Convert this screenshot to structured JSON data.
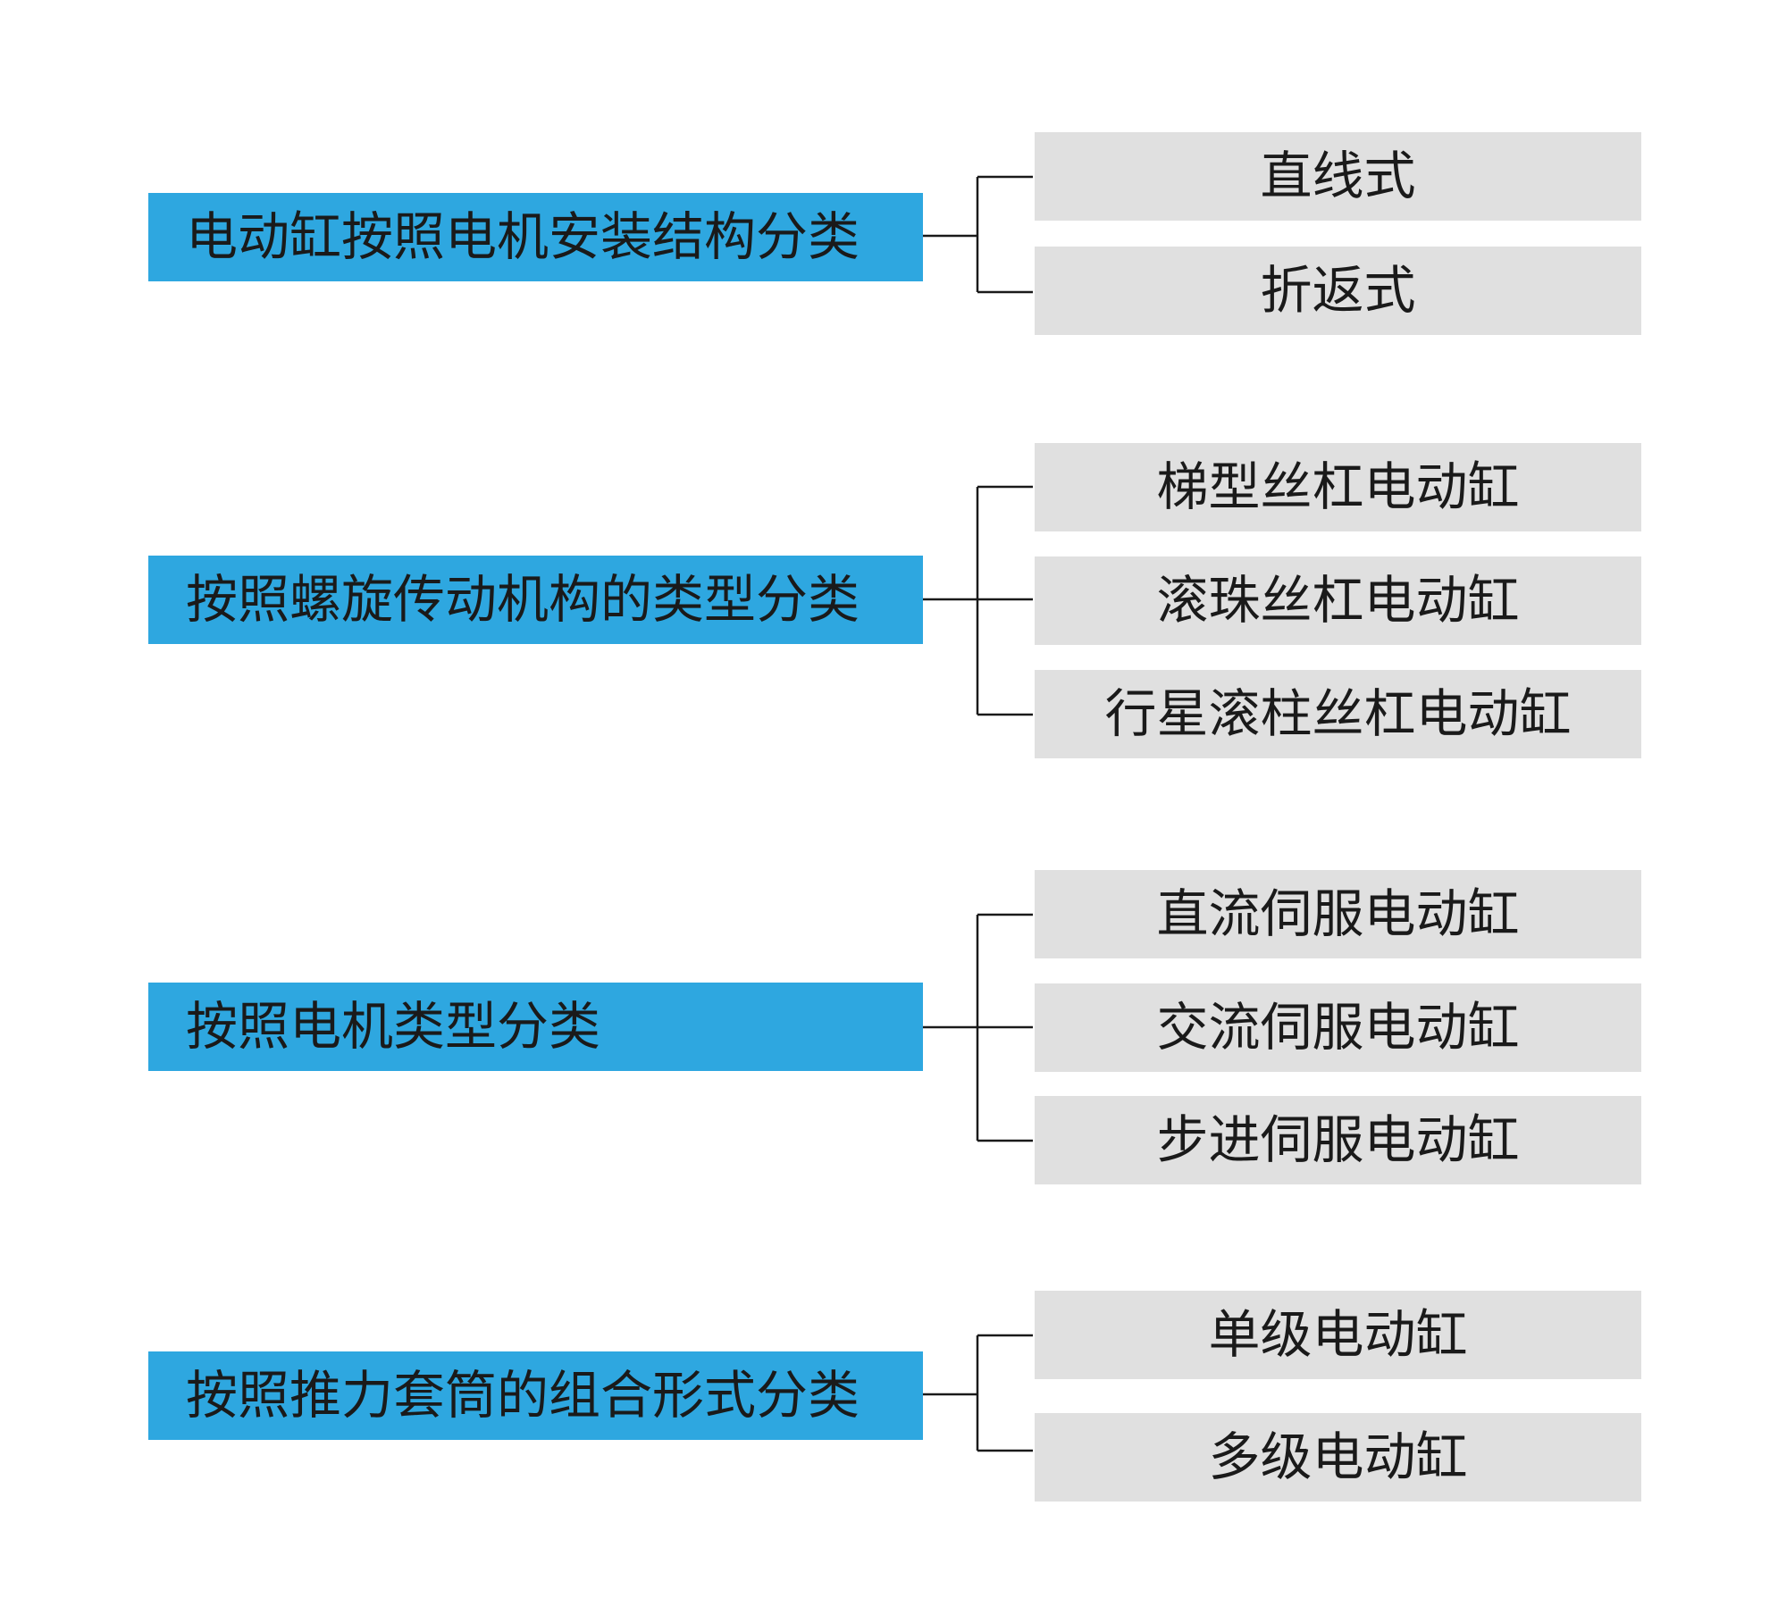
{
  "groups": [
    {
      "label": "电动缸按照电机安装结构分类",
      "items": [
        "直线式",
        "折返式"
      ]
    },
    {
      "label": "按照螺旋传动机构的类型分类",
      "items": [
        "梯型丝杠电动缸",
        "滚珠丝杠电动缸",
        "行星滚柱丝杠电动缸"
      ]
    },
    {
      "label": "按照电机类型分类",
      "items": [
        "直流伺服电动缸",
        "交流伺服电动缸",
        "步进伺服电动缸"
      ]
    },
    {
      "label": "按照推力套筒的组合形式分类",
      "items": [
        "单级电动缸",
        "多级电动缸"
      ]
    }
  ],
  "colors": {
    "category_fill": "#2ea7e0",
    "item_fill": "#e0e0e0",
    "text": "#1a1a1a",
    "connector": "#1a1a1a"
  }
}
